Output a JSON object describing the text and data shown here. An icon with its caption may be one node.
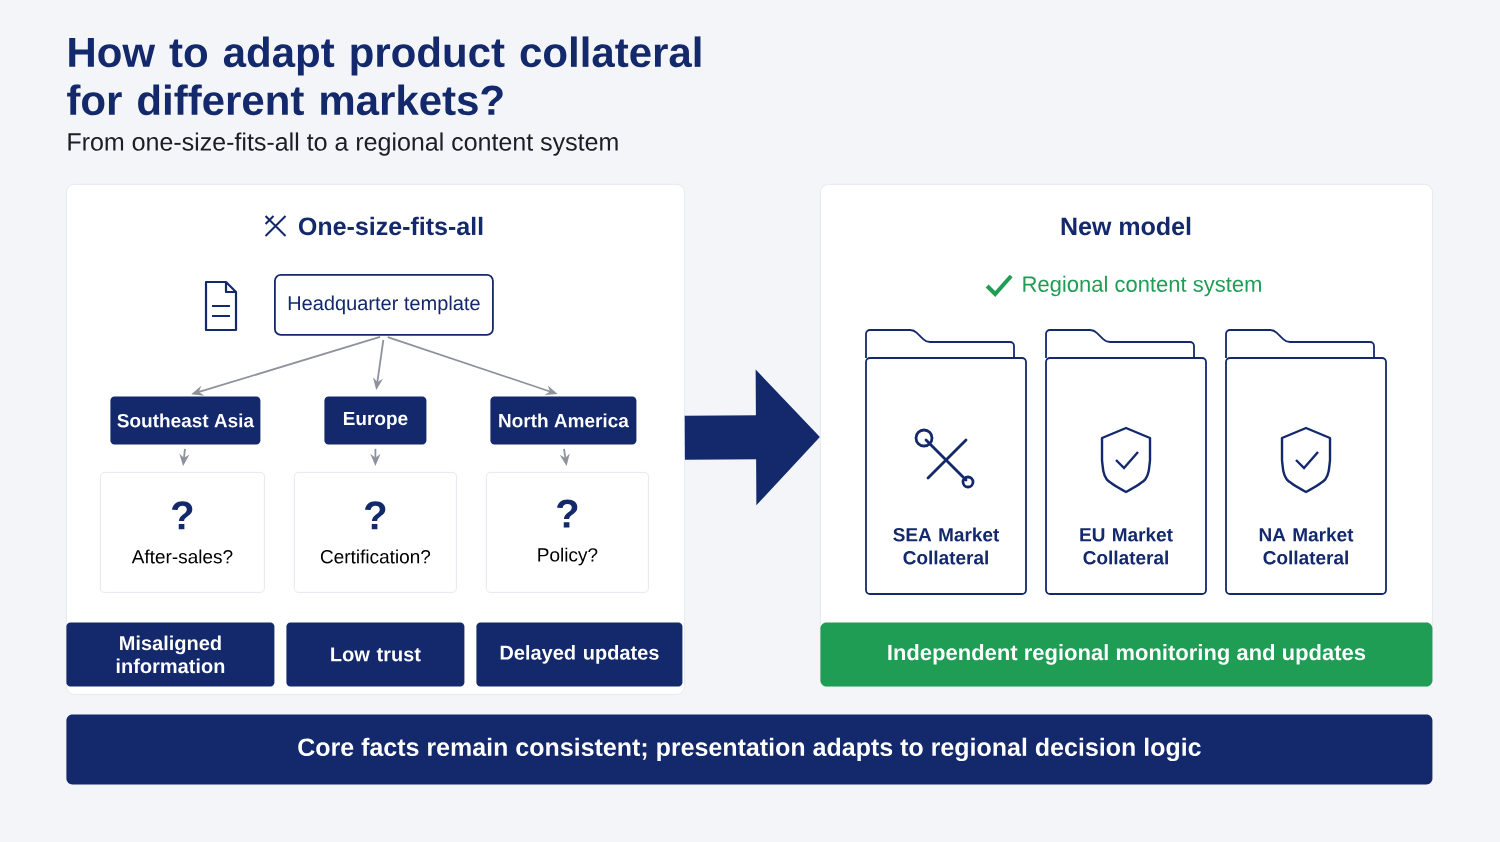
{
  "diagram": {
    "title": "How to adapt product collateral for different markets?",
    "caption": "From one-size-fits-all to a regional content system",
    "nodes": [
      {
        "text": [
          "One-size-fits-all"
        ]
      },
      {
        "text": [
          "Headquarter template"
        ],
        "in": 0
      },
      {
        "text": [
          "Southeast Asia"
        ],
        "in": 0
      },
      {
        "text": [
          "Europe"
        ],
        "in": 0
      },
      {
        "text": [
          "North America"
        ],
        "in": 0
      },
      {
        "text": [
          "?",
          "After-sales?"
        ],
        "in": 0
      },
      {
        "text": [
          "?",
          "Certification?"
        ],
        "in": 0
      },
      {
        "text": [
          "?",
          "Policy?"
        ],
        "in": 0
      },
      {
        "text": [
          "Misaligned information"
        ],
        "in": 0
      },
      {
        "text": [
          "Low trust"
        ],
        "in": 0
      },
      {
        "text": [
          "Delayed updates"
        ],
        "in": 0
      },
      {
        "text": [
          "New model",
          "Regional content system"
        ]
      },
      {
        "text": [
          "SEA Market Collateral"
        ],
        "in": 11
      },
      {
        "text": [
          "EU Market Collateral"
        ],
        "in": 11
      },
      {
        "text": [
          "NA Market Collateral"
        ],
        "in": 11
      },
      {
        "text": [
          "Independent regional monitoring and updates"
        ],
        "in": 11
      },
      {
        "text": [
          "Core facts remain consistent; presentation adapts to regional decision logic"
        ]
      }
    ],
    "edges": [
      {
        "from": 1,
        "to": 2,
        "arrow": "to"
      },
      {
        "from": 1,
        "to": 3,
        "arrow": "to"
      },
      {
        "from": 1,
        "to": 4,
        "arrow": "to"
      },
      {
        "from": 2,
        "to": 5,
        "arrow": "to"
      },
      {
        "from": 3,
        "to": 6,
        "arrow": "to"
      },
      {
        "from": 4,
        "to": 7,
        "arrow": "to"
      },
      {
        "from": 0,
        "to": 11,
        "arrow": "to",
        "style": "thick",
        "color": "#13296b"
      }
    ]
  }
}
